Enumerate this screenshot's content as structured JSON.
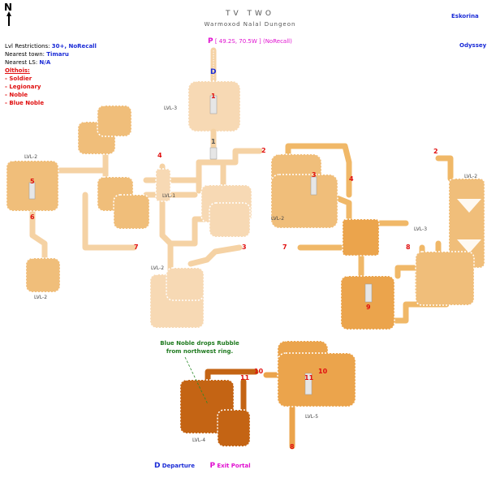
{
  "title": {
    "line1": "TV TWO",
    "line2": "Warmoxod Nalal Dungeon"
  },
  "compass": {
    "letter": "N"
  },
  "info": {
    "restrictions_label": "Lvl Restrictions:",
    "restrictions_value": "30+, NoRecall",
    "nearest_town_label": "Nearest town:",
    "nearest_town_value": "Timaru",
    "nearest_ls_label": "Nearest LS:",
    "nearest_ls_value": "N/A",
    "olthois_label": "Olthois:",
    "olthois": [
      "- Soldier",
      "- Legionary",
      "- Noble",
      "- Blue Noble"
    ]
  },
  "portal_top": {
    "marker": "P",
    "text": "[ 49.2S, 70.5W ]  (NoRecall)"
  },
  "departure_top": {
    "marker": "D"
  },
  "regions": {
    "right_top": "Eskorina",
    "right_second": "Odyssey"
  },
  "note": {
    "line1": "Blue Noble drops Rubble",
    "line2": "from northwest ring."
  },
  "legend": {
    "d_marker": "D",
    "d_label": "Departure",
    "p_marker": "P",
    "p_label": "Exit Portal"
  },
  "level_labels": [
    "LVL-3",
    "LVL-2",
    "LVL-1",
    "LVL-2",
    "LVL-2",
    "LVL-2",
    "LVL-3",
    "LVL-2",
    "LVL-4",
    "LVL-5"
  ],
  "numbers": {
    "n1": "1",
    "n2a": "2",
    "n2b": "2",
    "n3a": "3",
    "n3b": "3",
    "n4a": "4",
    "n4b": "4",
    "n5": "5",
    "n6": "6",
    "n7a": "7",
    "n7b": "7",
    "n8a": "8",
    "n8b": "8",
    "n9": "9",
    "n10a": "10",
    "n10b": "10",
    "n11a": "11",
    "n11b": "11",
    "n1b": "1"
  },
  "colors": {
    "pale": "#f5d4a8",
    "light": "#f0b86a",
    "medium": "#eca246",
    "dark": "#c46414",
    "corridor": "#f0b060",
    "border_dots": "#ffffff",
    "red_text": "#e01010",
    "blue_text": "#1a2bd6",
    "magenta_text": "#e010d0"
  }
}
